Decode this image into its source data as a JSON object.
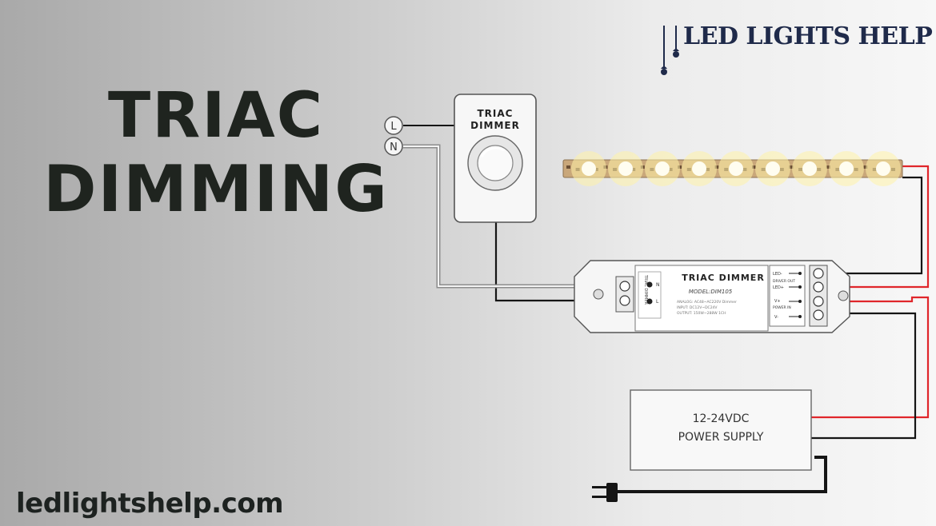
{
  "heading": {
    "line1": "TRIAC",
    "line2": "DIMMING"
  },
  "website": "ledlightshelp.com",
  "brand": "LED LIGHTS HELP",
  "wall_dimmer": {
    "label_line1": "TRIAC",
    "label_line2": "DIMMER"
  },
  "terminals": {
    "live": "L",
    "neutral": "N"
  },
  "controller": {
    "title": "TRIAC DIMMER",
    "model": "MODEL:DIM105",
    "spec_lines": [
      "ANALOG: AC48~AC220V Dimmer",
      "INPUT: DC12V~DC24V",
      "OUTPUT: 150W~288W 1CH"
    ],
    "side_label": "TRIAC DIMMER",
    "in_terminals": [
      "N",
      "L"
    ],
    "out_labels": [
      "LED-",
      "DRIVER OUT",
      "LED+",
      "V+",
      "POWER IN",
      "V-"
    ]
  },
  "power_supply": {
    "line1": "12-24VDC",
    "line2": "POWER SUPPLY"
  },
  "colors": {
    "title_text": "#1f241f",
    "brand_text": "#1f2a4a",
    "wire_red": "#e0262b",
    "wire_black": "#151515",
    "led_glow": "#fff3a8"
  }
}
